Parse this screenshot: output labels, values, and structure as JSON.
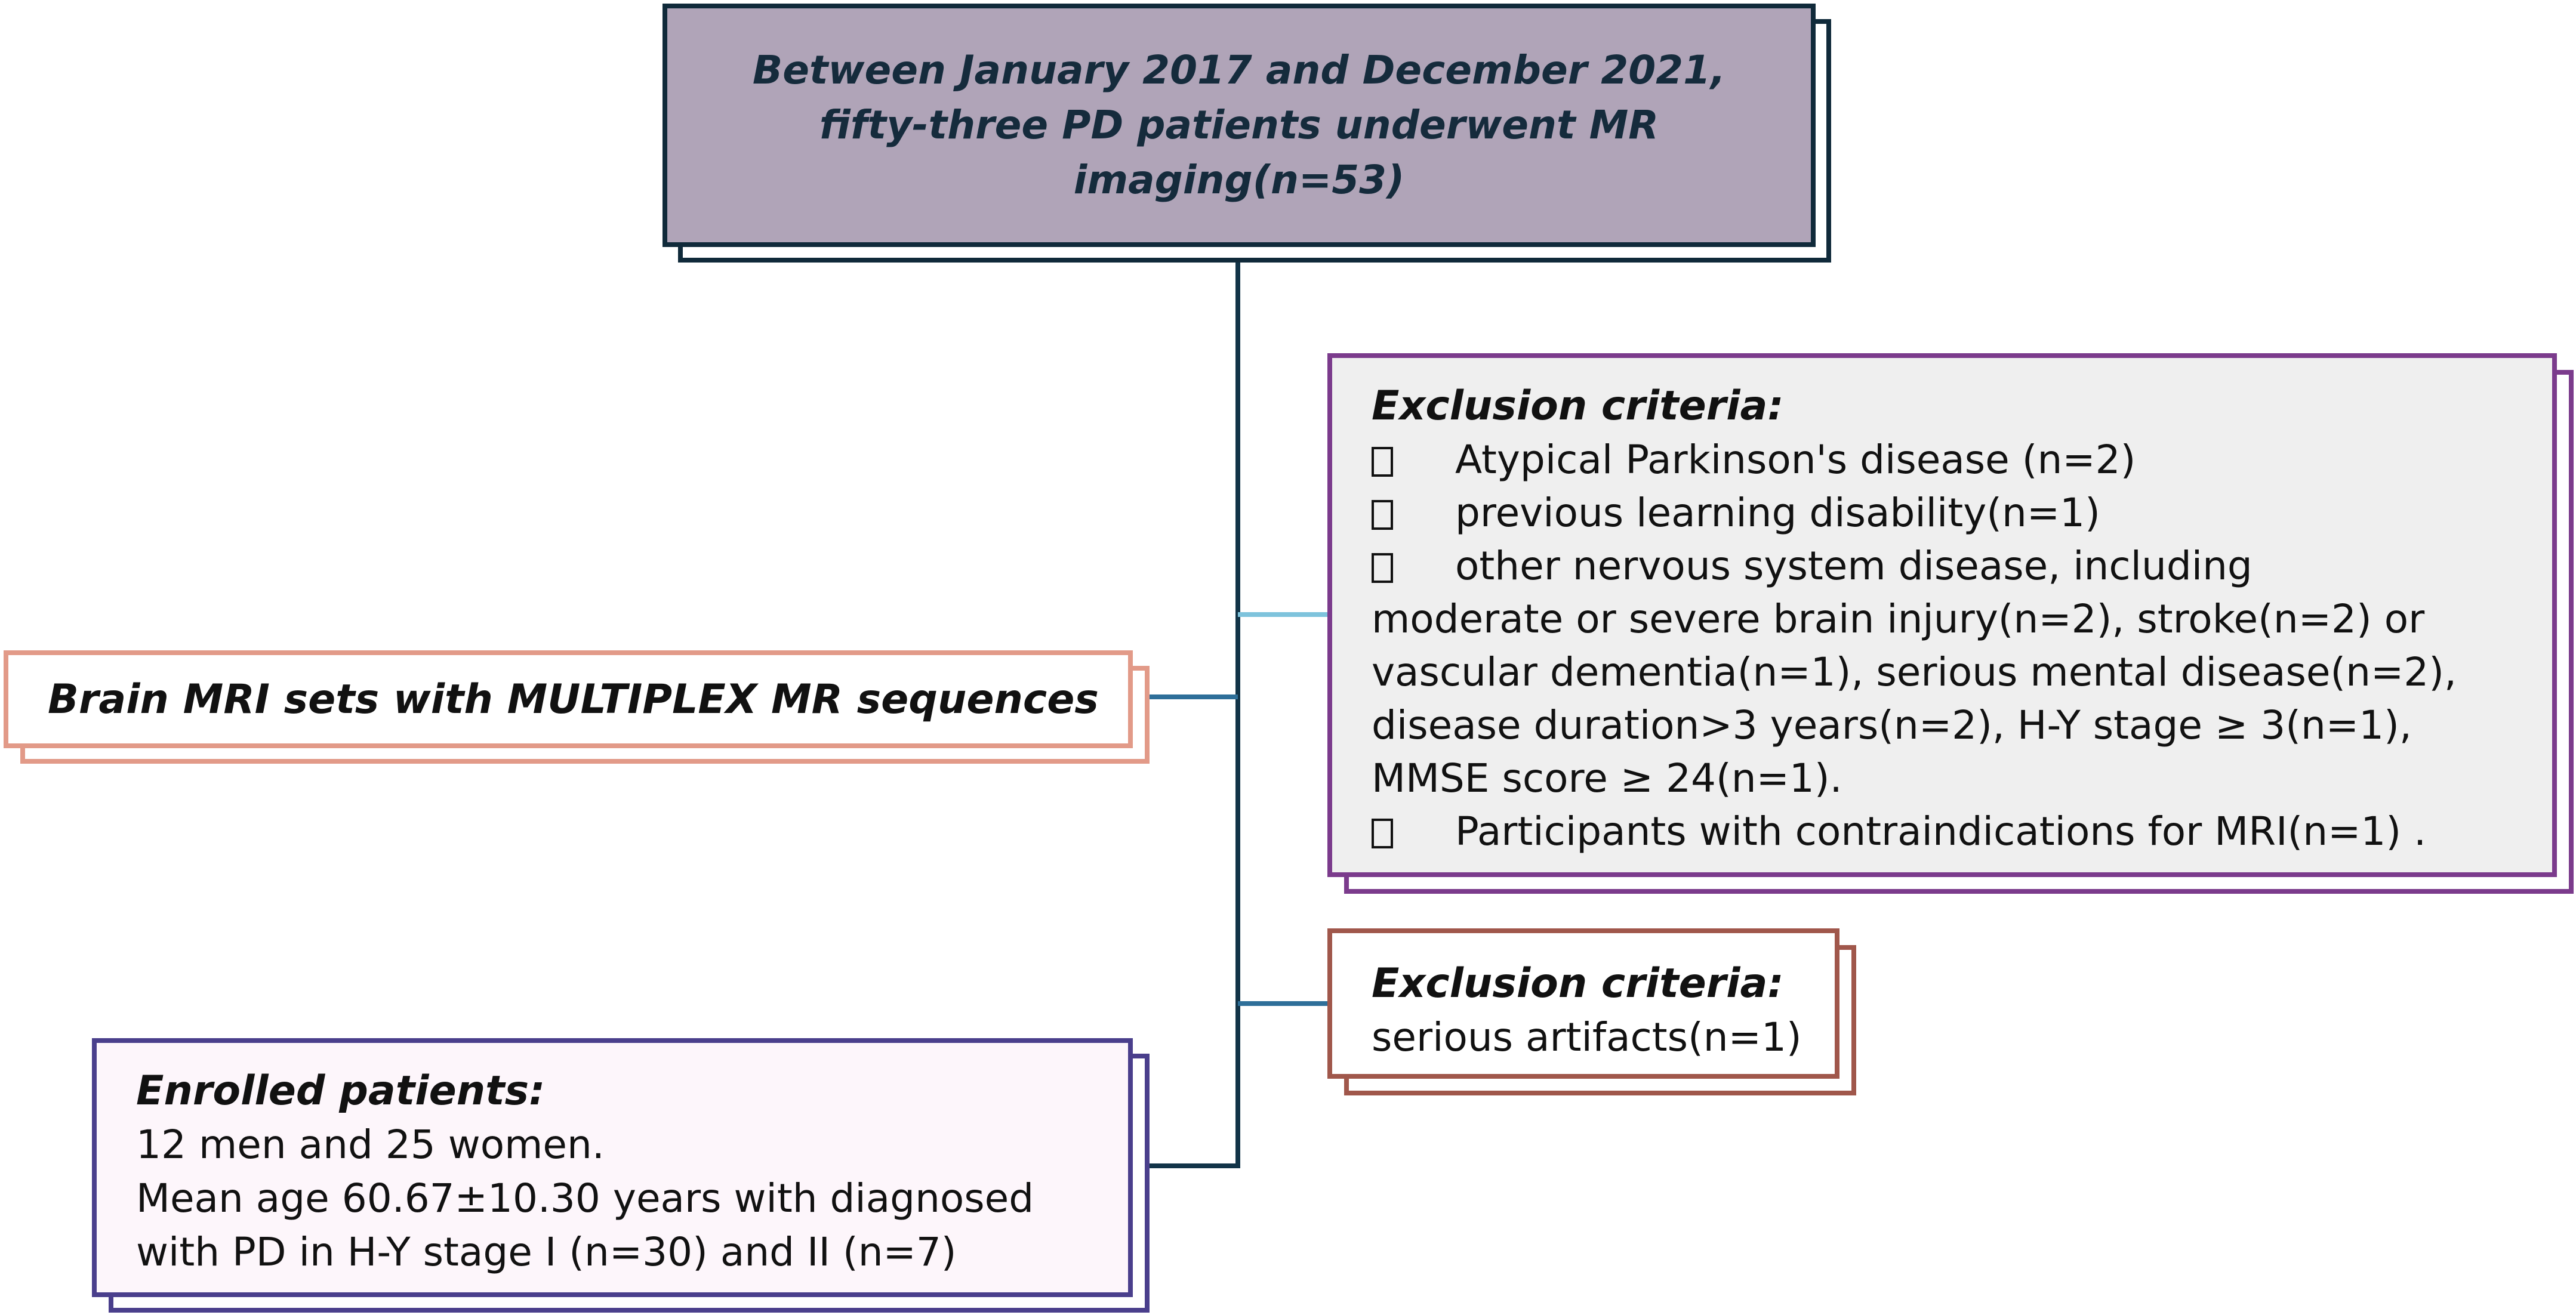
{
  "top_box": {
    "text": "Between January 2017 and December 2021, fifty-three PD patients underwent MR imaging(n=53)"
  },
  "exclusion_1": {
    "title": "Exclusion criteria:",
    "lines": [
      {
        "bullet": true,
        "text": "Atypical Parkinson's disease (n=2)"
      },
      {
        "bullet": true,
        "text": "previous learning disability(n=1)"
      },
      {
        "bullet": true,
        "text": "other nervous system disease, including"
      },
      {
        "bullet": false,
        "text": "moderate or severe brain injury(n=2), stroke(n=2) or"
      },
      {
        "bullet": false,
        "text": "vascular dementia(n=1), serious mental disease(n=2),"
      },
      {
        "bullet": false,
        "text": "disease duration>3 years(n=2), H-Y stage ≥ 3(n=1),"
      },
      {
        "bullet": false,
        "text": "MMSE score ≥ 24(n=1)."
      },
      {
        "bullet": true,
        "text": "Participants with contraindications for MRI(n=1) ."
      }
    ]
  },
  "mri_box": {
    "text": "Brain MRI sets with MULTIPLEX MR sequences"
  },
  "exclusion_2": {
    "title": "Exclusion criteria:",
    "text": "serious artifacts(n=1)"
  },
  "enrolled": {
    "title": "Enrolled patients:",
    "lines": [
      "12 men and 25 women.",
      "Mean age 60.67±10.30 years with diagnosed",
      "with PD in H-Y stage I (n=30) and II (n=7)"
    ]
  },
  "colors": {
    "top_fill": "#b0a4b8",
    "top_border": "#102a3a",
    "exclusion_1_border": "#7b3b8c",
    "exclusion_1_fill": "#efefef",
    "exclusion_2_border": "#a0574b",
    "mri_border": "#e29a88",
    "enrolled_border": "#4a3f8c",
    "enrolled_fill": "#fdf6fb",
    "trunk_line": "#123448",
    "branch_light": "#7ec3dc",
    "branch_mid": "#2e6f99"
  }
}
